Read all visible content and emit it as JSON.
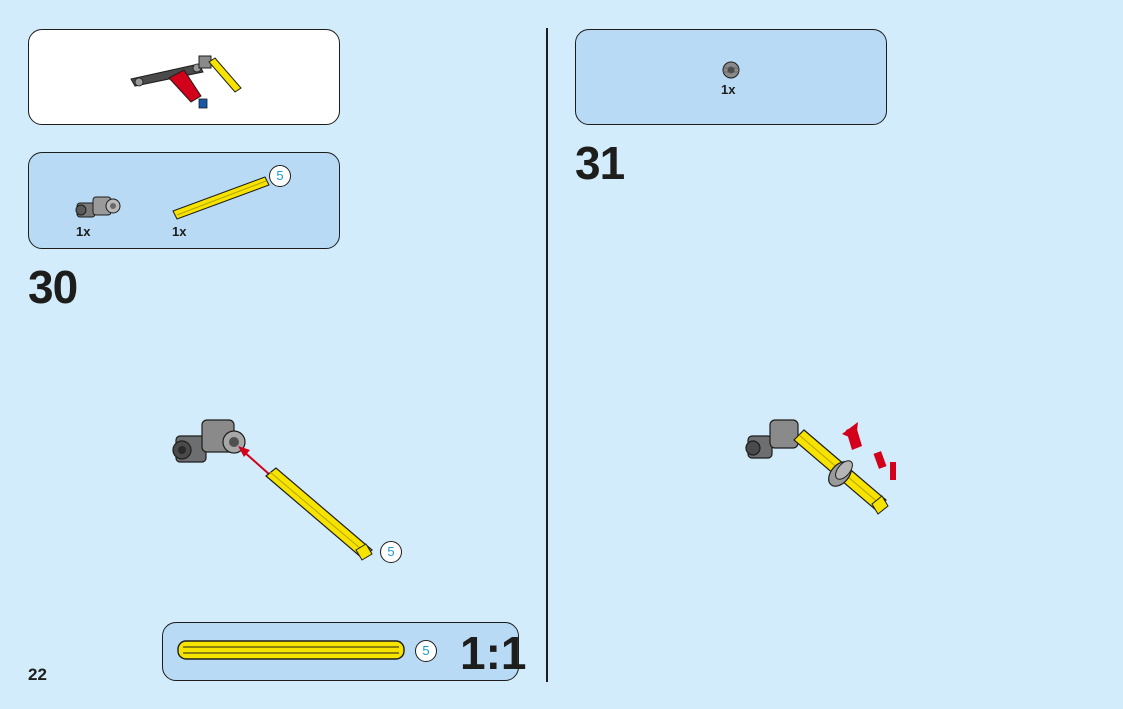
{
  "page_number": "22",
  "left": {
    "submodel": {
      "type": "preview"
    },
    "parts": [
      {
        "qty": "1x",
        "name": "gray-connector"
      },
      {
        "qty": "1x",
        "name": "yellow-axle",
        "length": "5"
      }
    ],
    "step_number": "30",
    "callout_length": "5",
    "scale": {
      "length": "5",
      "ratio": "1:1"
    }
  },
  "right": {
    "parts": [
      {
        "qty": "1x",
        "name": "gray-bush"
      }
    ],
    "step_number": "31"
  },
  "colors": {
    "background": "#d3ecfb",
    "parts_box": "#b9daf4",
    "axle_yellow": "#f7e300",
    "length_blue": "#1a9bd7",
    "arrow_red": "#d3001c",
    "connector_gray": "#6d6e70"
  }
}
